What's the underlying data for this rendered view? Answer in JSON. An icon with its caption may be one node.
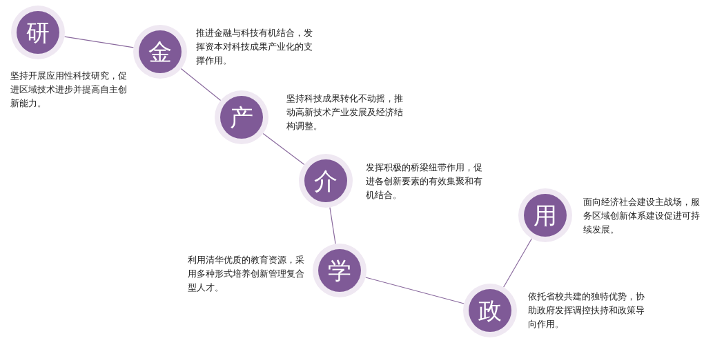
{
  "diagram": {
    "nodes": [
      {
        "text": [
          "研"
        ],
        "beside": [
          "坚持开展应用性科技研究，促进区域技术进步并提高自主创新能力。"
        ]
      },
      {
        "text": [
          "金"
        ],
        "beside": [
          "推进金融与科技有机结合，发挥资本对科技成果产业化的支撑作用。"
        ]
      },
      {
        "text": [
          "产"
        ],
        "beside": [
          "坚持科技成果转化不动摇，推动高新技术产业发展及经济结构调整。"
        ]
      },
      {
        "text": [
          "介"
        ],
        "beside": [
          "发挥积极的桥梁纽带作用，促进各创新要素的有效集聚和有机结合。"
        ]
      },
      {
        "text": [
          "学"
        ],
        "beside": [
          "利用清华优质的教育资源，采用多种形式培养创新管理复合型人才。"
        ]
      },
      {
        "text": [
          "政"
        ],
        "beside": [
          "依托省校共建的独特优势，协助政府发挥调控扶持和政策导向作用。"
        ]
      },
      {
        "text": [
          "用"
        ],
        "beside": [
          "面向经济社会建设主战场，服务区域创新体系建设促进可持续发展。"
        ]
      }
    ],
    "edges": [
      {
        "from": 0,
        "to": 1,
        "arrow": "none"
      },
      {
        "from": 1,
        "to": 2,
        "arrow": "none"
      },
      {
        "from": 2,
        "to": 3,
        "arrow": "none"
      },
      {
        "from": 3,
        "to": 4,
        "arrow": "none"
      },
      {
        "from": 4,
        "to": 5,
        "arrow": "none"
      },
      {
        "from": 5,
        "to": 6,
        "arrow": "none"
      }
    ]
  }
}
